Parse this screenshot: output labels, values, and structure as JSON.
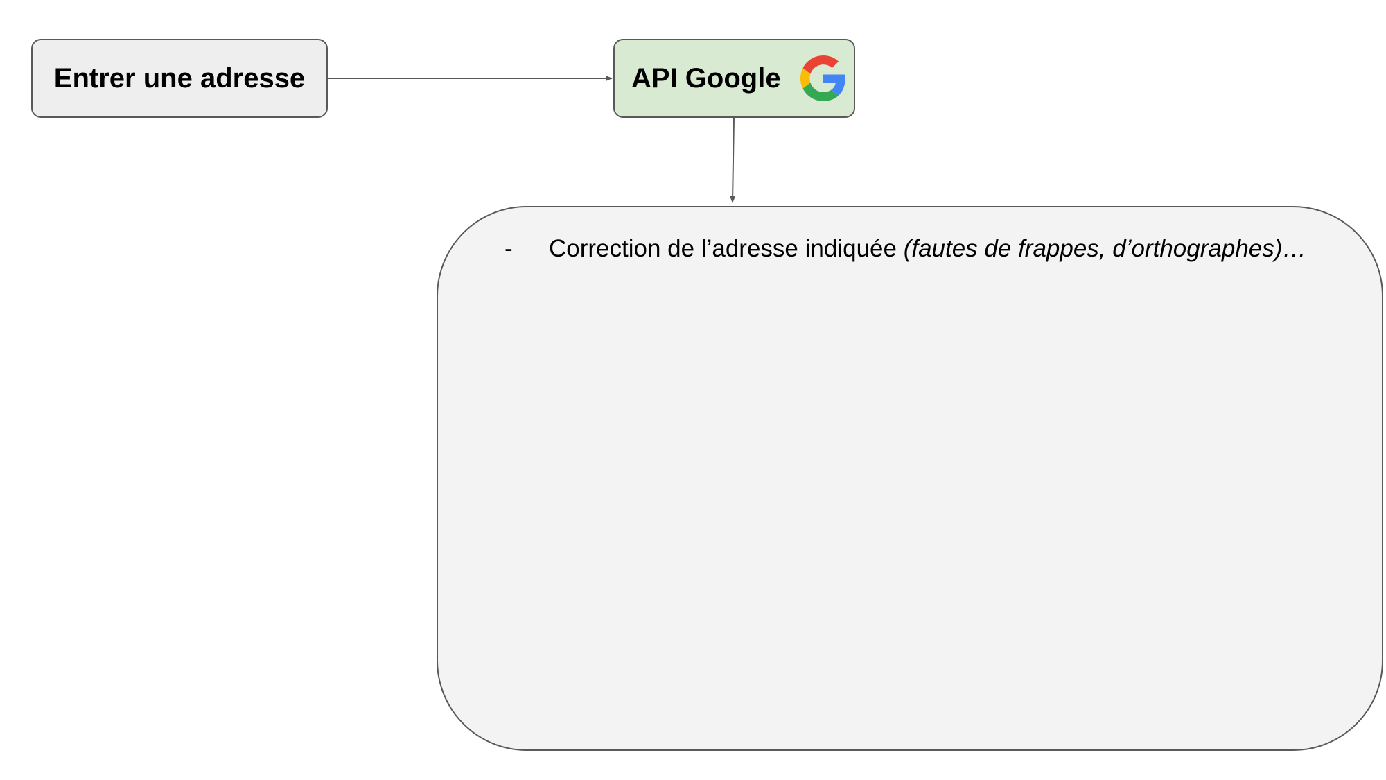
{
  "diagram": {
    "nodes": {
      "input": {
        "label": "Entrer une adresse",
        "fill": "#eeeeee"
      },
      "api": {
        "label": "API Google",
        "fill": "#d9ead3",
        "icon": "google-g-icon"
      },
      "result": {
        "fill": "#f3f3f3",
        "bullets": [
          {
            "marker": "-",
            "text": "Correction de l’adresse indiquée ",
            "emphasis": "(fautes de frappes, d’orthographes)…"
          }
        ]
      }
    },
    "edges": [
      {
        "from": "input",
        "to": "api"
      },
      {
        "from": "api",
        "to": "result"
      }
    ],
    "colors": {
      "border": "#595959",
      "arrow": "#595959",
      "google_red": "#ea4335",
      "google_yellow": "#fbbc05",
      "google_green": "#34a853",
      "google_blue": "#4285f4"
    }
  }
}
